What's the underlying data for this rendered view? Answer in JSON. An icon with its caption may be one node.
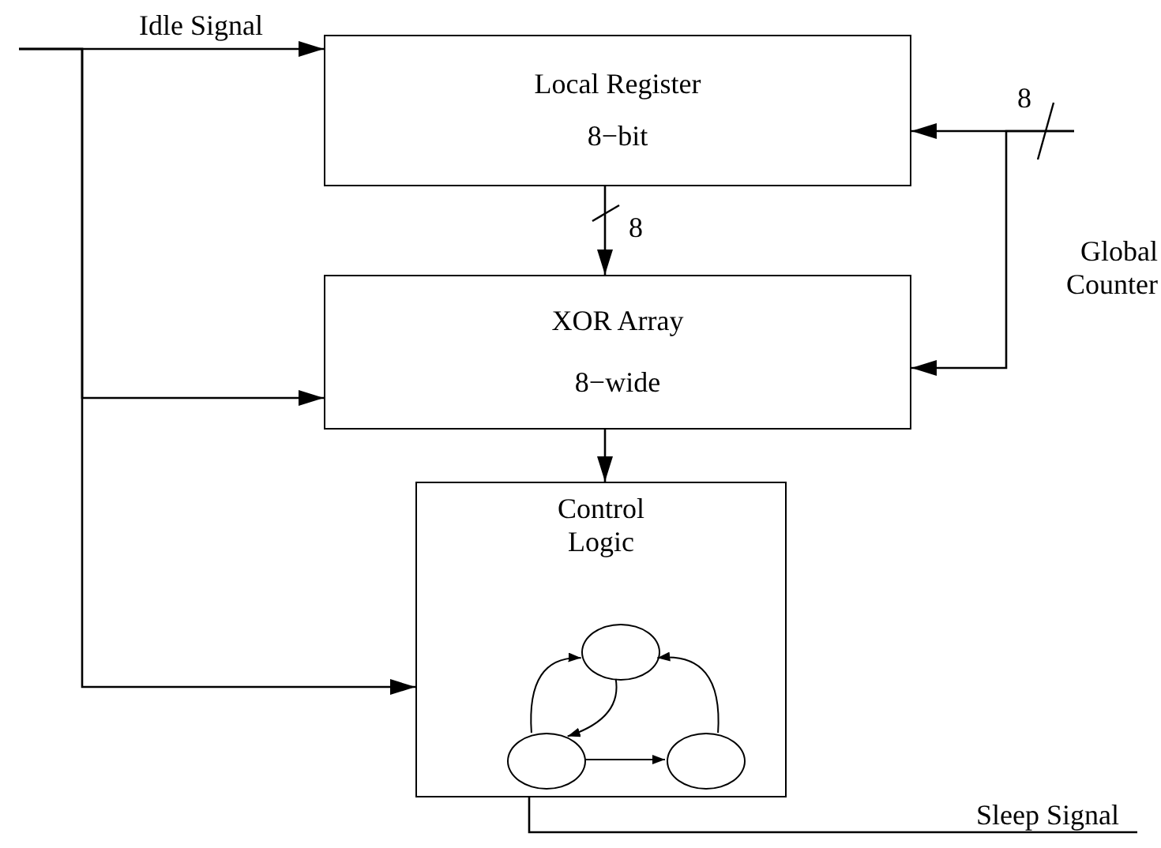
{
  "diagram": {
    "nodes": [
      {
        "text": [
          "Local Register",
          "8−bit"
        ]
      },
      {
        "text": [
          "XOR Array",
          "8−wide"
        ]
      },
      {
        "text": [
          "Control Logic"
        ]
      },
      {
        "text": [],
        "shape": "circle",
        "in": 2
      },
      {
        "text": [],
        "shape": "circle",
        "in": 2
      },
      {
        "text": [],
        "shape": "circle",
        "in": 2
      }
    ],
    "edges": [
      {
        "from": null,
        "to": 0,
        "arrow": "to",
        "label": "Idle Signal"
      },
      {
        "from": null,
        "to": 1,
        "arrow": "to"
      },
      {
        "from": null,
        "to": 2,
        "arrow": "to"
      },
      {
        "from": null,
        "to": 0,
        "arrow": "to"
      },
      {
        "from": null,
        "to": 1,
        "arrow": "to"
      },
      {
        "from": 0,
        "to": 1,
        "arrow": "to"
      },
      {
        "from": 1,
        "to": 2,
        "arrow": "to"
      },
      {
        "from": 2,
        "to": null,
        "arrow": "none",
        "label": "Sleep Signal"
      },
      {
        "from": 4,
        "to": 3,
        "arrow": "to"
      },
      {
        "from": 3,
        "to": 4,
        "arrow": "to"
      },
      {
        "from": 4,
        "to": 5,
        "arrow": "to"
      },
      {
        "from": 5,
        "to": 3,
        "arrow": "to"
      }
    ],
    "labels": [
      "8",
      "8",
      "Global Counter"
    ]
  }
}
